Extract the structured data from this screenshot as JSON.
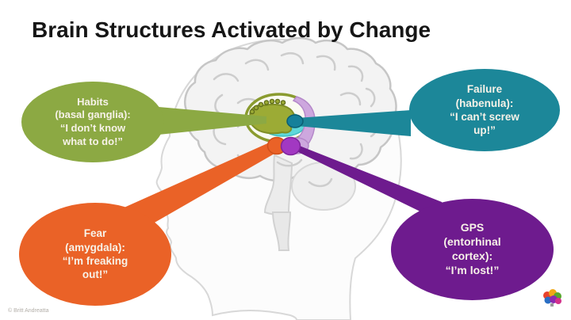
{
  "title": "Brain Structures Activated by Change",
  "credit": "© Britt Andreatta",
  "bubbles": [
    {
      "id": "habits",
      "label": "Habits",
      "structure": "(basal ganglia):",
      "quote": "“I don’t know\nwhat to do!”",
      "color": "#8CA943"
    },
    {
      "id": "failure",
      "label": "Failure",
      "structure": "(habenula):",
      "quote": "“I can’t screw\nup!”",
      "color": "#1C8799"
    },
    {
      "id": "fear",
      "label": "Fear",
      "structure": "(amygdala):",
      "quote": "“I’m freaking\nout!”",
      "color": "#EA6227"
    },
    {
      "id": "gps",
      "label": "GPS",
      "structure": "(entorhinal\ncortex):",
      "quote": "“I’m lost!”",
      "color": "#6E1B8E"
    }
  ],
  "brain": {
    "structures": [
      {
        "name": "limbic-ring",
        "color": "#8A9B2F"
      },
      {
        "name": "structure-cyan",
        "color": "#5ED8DA"
      },
      {
        "name": "structure-lavender",
        "color": "#CDA7DE"
      },
      {
        "name": "basal-ganglia",
        "color": "#9CAB35"
      },
      {
        "name": "habenula",
        "color": "#15809A"
      },
      {
        "name": "amygdala",
        "color": "#EA6227"
      },
      {
        "name": "entorhinal-cortex",
        "color": "#A238C2"
      }
    ]
  },
  "logo": {
    "name": "rainbow-brain-logo"
  }
}
